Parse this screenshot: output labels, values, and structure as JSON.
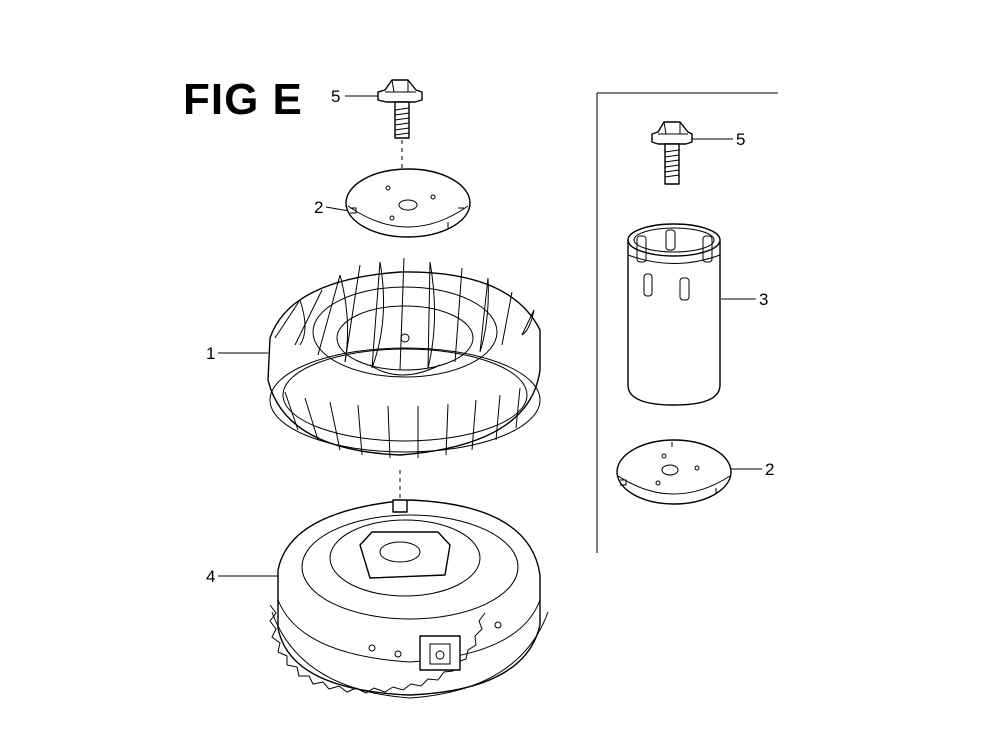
{
  "figure": {
    "title": "FIG E"
  },
  "callouts": {
    "c5_left": "5",
    "c2_left": "2",
    "c1": "1",
    "c4": "4",
    "c5_right": "5",
    "c3": "3",
    "c2_right": "2"
  },
  "parts": [
    {
      "ref": "1",
      "icon": "cooling-fan-icon"
    },
    {
      "ref": "2",
      "icon": "fan-plate-icon"
    },
    {
      "ref": "3",
      "icon": "fan-cover-icon"
    },
    {
      "ref": "4",
      "icon": "flywheel-icon"
    },
    {
      "ref": "5",
      "icon": "flange-bolt-icon"
    }
  ]
}
